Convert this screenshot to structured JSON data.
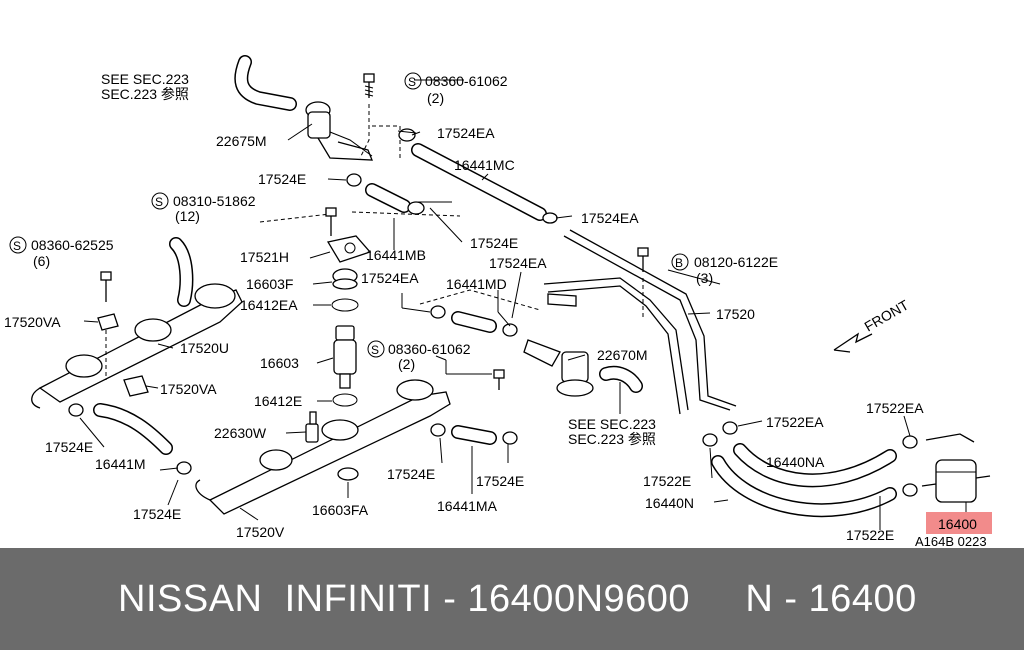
{
  "callouts": {
    "see_sec_1a": "SEE SEC.223",
    "see_sec_1b": "SEC.223 参照",
    "bolt_08360_61062_a": "08360-61062",
    "qty_2_a": "(2)",
    "p22675M": "22675M",
    "p17524EA_a": "17524EA",
    "p16441MC": "16441MC",
    "p17524E_a": "17524E",
    "bolt_08310": "08310-51862",
    "qty_12": "(12)",
    "p17524EA_b": "17524EA",
    "p17524E_b": "17524E",
    "bolt_08360_62525": "08360-62525",
    "qty_6": "(6)",
    "p17521H": "17521H",
    "p16441MB": "16441MB",
    "p17524EA_c": "17524EA",
    "bolt_08120": "08120-6122E",
    "qty_3": "(3)",
    "p16603F": "16603F",
    "p17524EA_d": "17524EA",
    "p16441MD": "16441MD",
    "p16412EA": "16412EA",
    "p17520VA_a": "17520VA",
    "p17520": "17520",
    "front": "FRONT",
    "p17520U": "17520U",
    "p16603": "16603",
    "bolt_08360_61062_b": "08360-61062",
    "qty_2_b": "(2)",
    "p22670M": "22670M",
    "p17520VA_b": "17520VA",
    "p16412E": "16412E",
    "p22630W": "22630W",
    "see_sec_2a": "SEE SEC.223",
    "see_sec_2b": "SEC.223 参照",
    "p17522EA_a": "17522EA",
    "p17522EA_b": "17522EA",
    "p17524E_c": "17524E",
    "p16441M": "16441M",
    "p17524E_d": "17524E",
    "p17524E_e": "17524E",
    "p16440NA": "16440NA",
    "p17522E_a": "17522E",
    "p16440N": "16440N",
    "p17524E_f": "17524E",
    "p16603FA": "16603FA",
    "p16441MA": "16441MA",
    "p17520V": "17520V",
    "p17522E_b": "17522E",
    "p16400": "16400",
    "diagram_code": "A164B 0223",
    "s_mark": "S",
    "b_mark": "B"
  },
  "highlight_color": "#f28b8b",
  "footer": {
    "text": "NISSAN  INFINITI - 16400N9600     N - 16400"
  }
}
